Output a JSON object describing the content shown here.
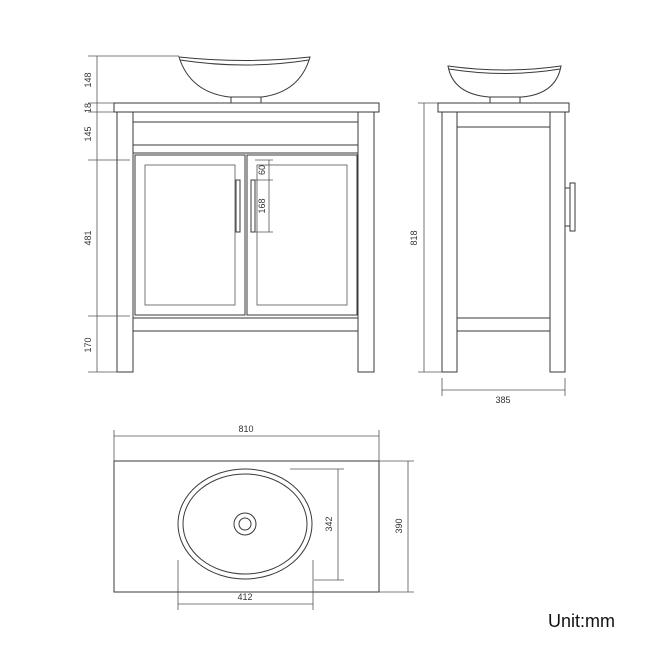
{
  "front_view": {
    "dims": {
      "bowl": "148",
      "top": "18",
      "apron": "145",
      "doors": "481",
      "plinth": "170",
      "handle_offset": "60",
      "handle_length": "168"
    }
  },
  "side_view": {
    "dims": {
      "height": "818",
      "depth": "385"
    }
  },
  "top_view": {
    "dims": {
      "width": "810",
      "depth": "390",
      "bowl_length": "412",
      "bowl_width": "342"
    }
  },
  "unit_label": "Unit:mm"
}
